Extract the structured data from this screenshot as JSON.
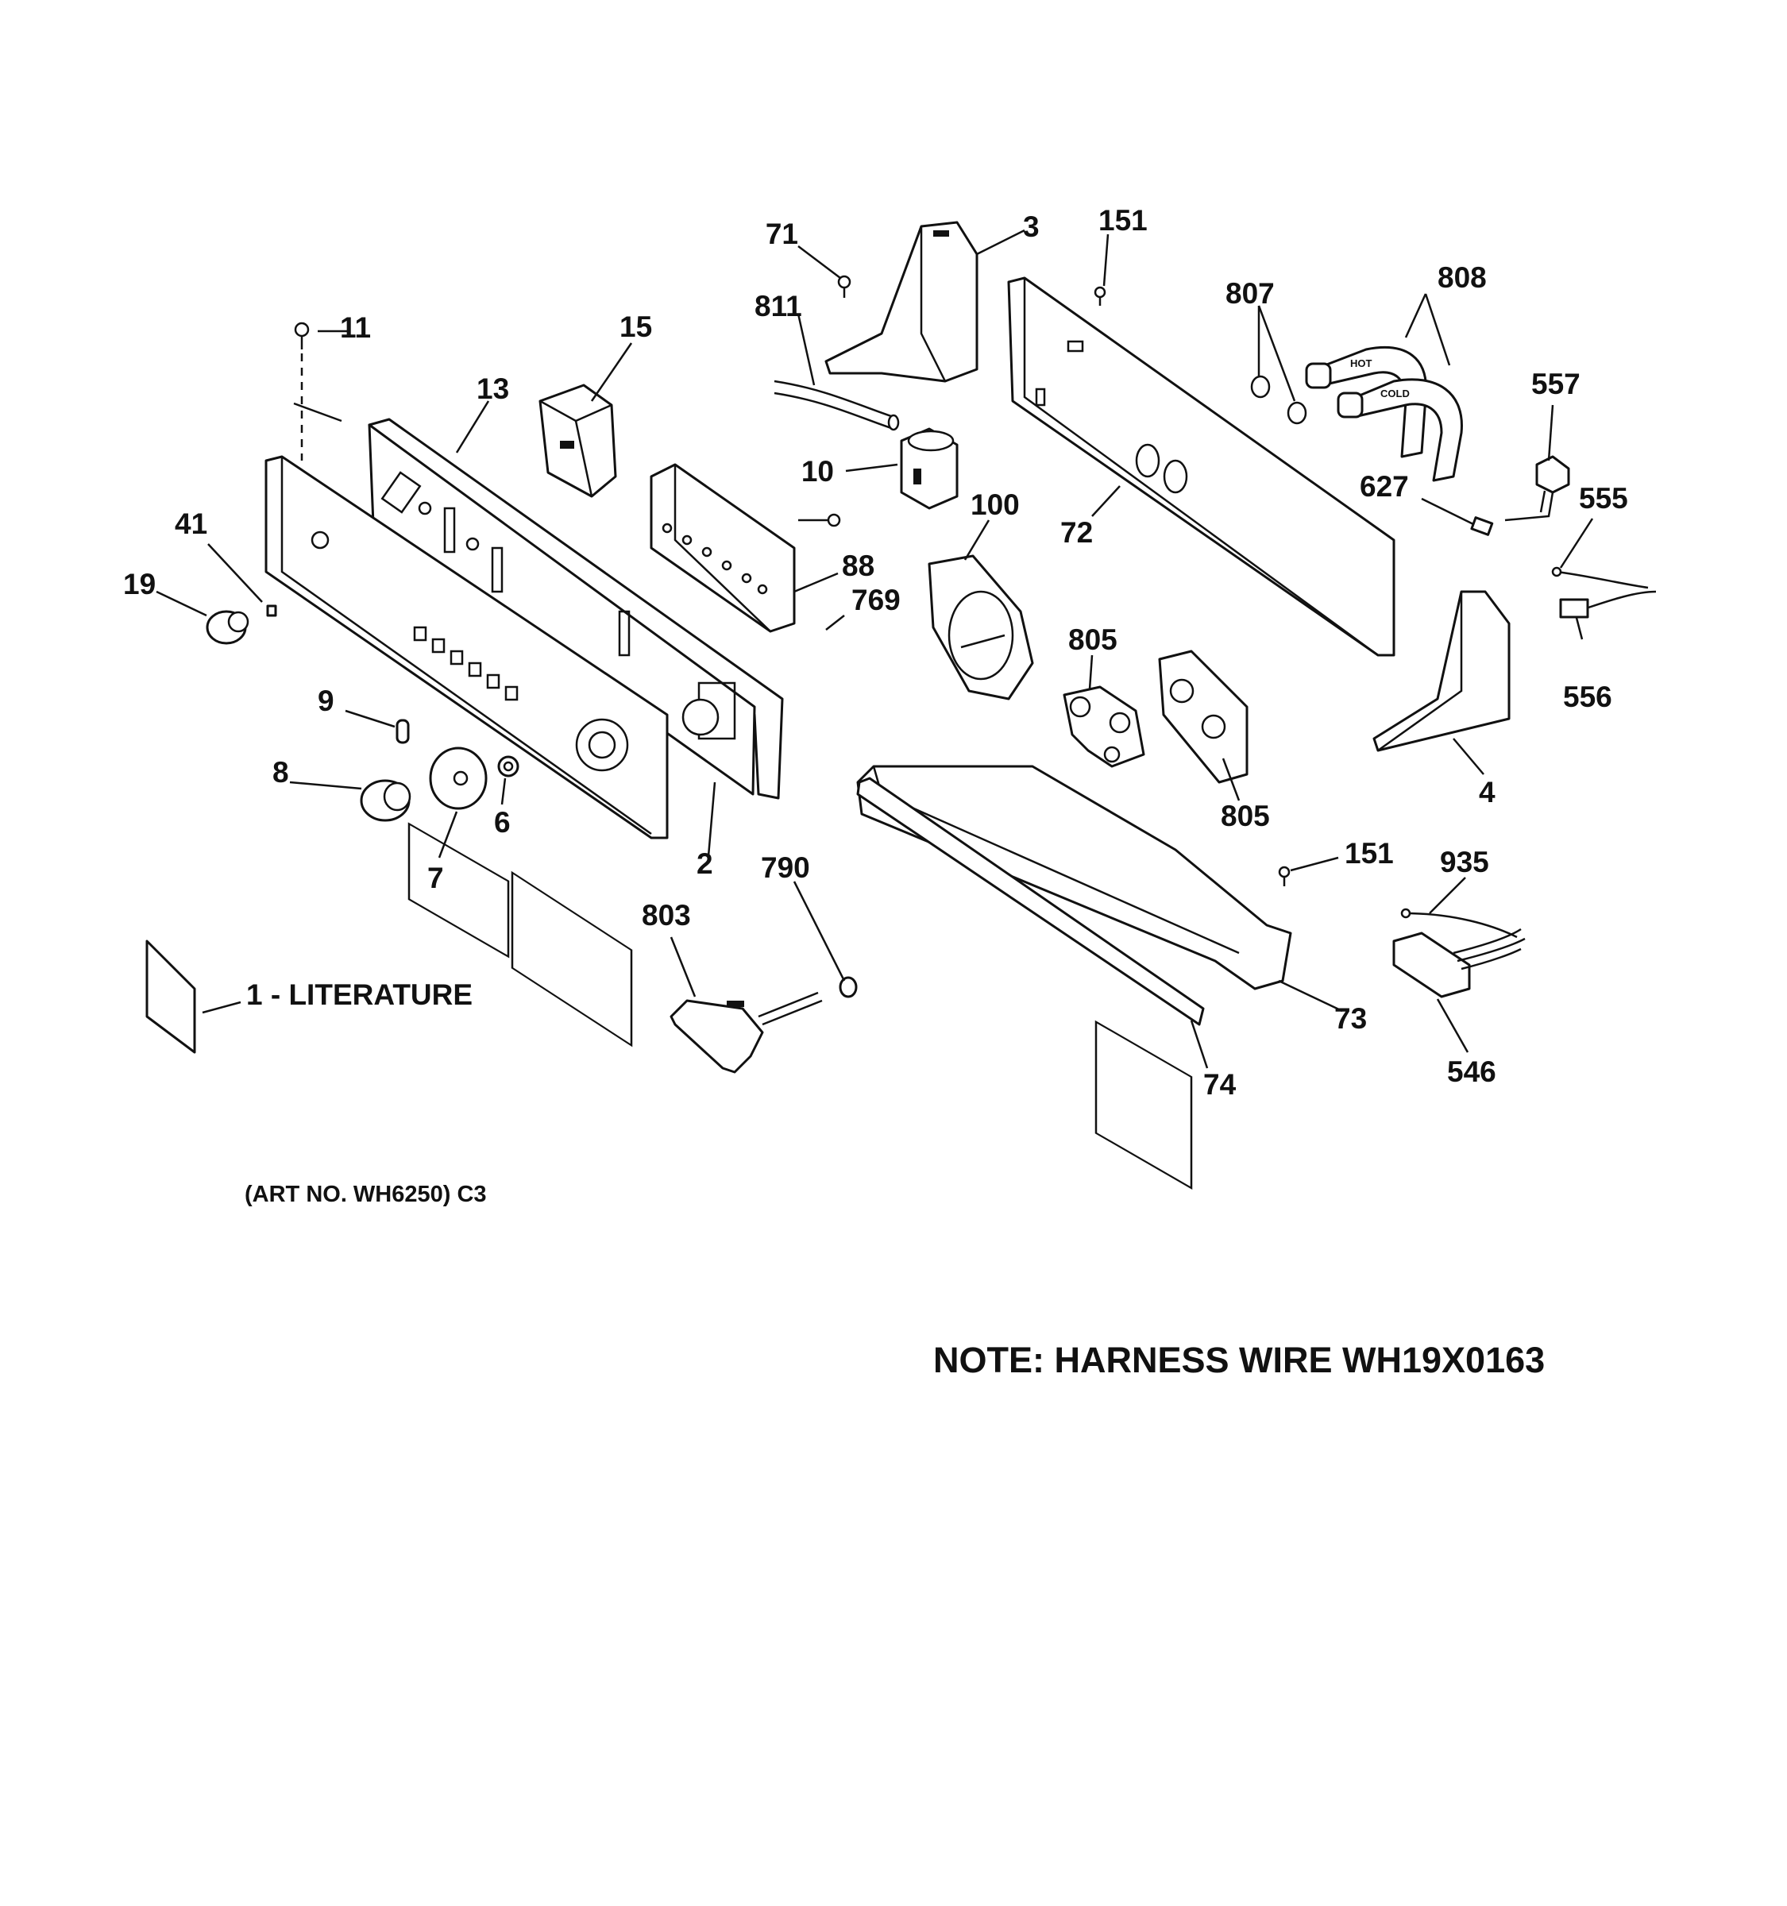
{
  "callouts": {
    "c3": "3",
    "c71": "71",
    "c151a": "151",
    "c807": "807",
    "c808": "808",
    "c811": "811",
    "c11": "11",
    "c15": "15",
    "c13": "13",
    "c557": "557",
    "c10": "10",
    "c627": "627",
    "c555": "555",
    "c41": "41",
    "c100": "100",
    "c72": "72",
    "c88": "88",
    "c19": "19",
    "c769": "769",
    "c805a": "805",
    "c556": "556",
    "c9": "9",
    "c4": "4",
    "c8": "8",
    "c6": "6",
    "c805b": "805",
    "c151b": "151",
    "c935": "935",
    "c2": "2",
    "c7": "7",
    "c790": "790",
    "c803": "803",
    "c73": "73",
    "c546": "546",
    "c74": "74"
  },
  "literature_label": "1 - LITERATURE",
  "art_number": "(ART NO. WH6250) C3",
  "note": "NOTE: HARNESS WIRE WH19X0163",
  "hose_labels": {
    "hot": "HOT",
    "cold": "COLD"
  }
}
